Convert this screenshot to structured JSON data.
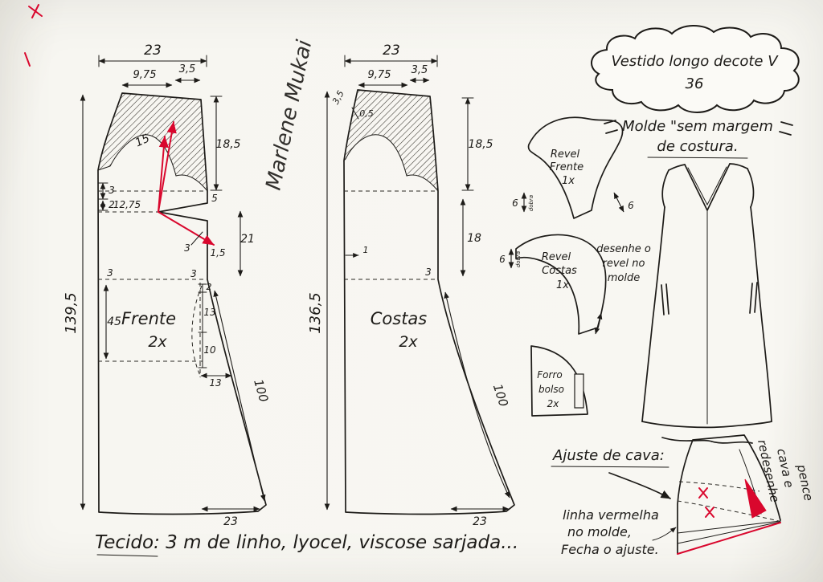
{
  "title": {
    "name": "Vestido longo decote V",
    "size": "36"
  },
  "seam_note": {
    "line1": "Molde \"sem margem",
    "line2": "de costura."
  },
  "signature": "Marlene Mukai",
  "fabric_note": "Tecido: 3 m  de  linho, lyocel, viscose sarjada...",
  "front": {
    "label": "Frente",
    "qty": "2x",
    "dims": {
      "top_width": "23",
      "shoulder": "9,75",
      "neck": "3,5",
      "armhole_depth": "18,5",
      "cf_a": "3",
      "cf_b": "2",
      "bust_dart_x": "12,75",
      "dart_line_red": "15",
      "dart_drop": "5",
      "chest_to_waist": "21",
      "dart_int_a": "3",
      "dart_int_b": "1,5",
      "waist_shape": "3",
      "cf_waist": "3",
      "waist_to_hip": "45",
      "length": "139,5",
      "pocket_drop": "2",
      "pocket_open": "13",
      "pocket_low": "10",
      "pocket_wide": "13",
      "side_length": "100",
      "hem": "23"
    }
  },
  "back": {
    "label": "Costas",
    "qty": "2x",
    "dims": {
      "top_width": "23",
      "shoulder": "9,75",
      "neck": "3,5",
      "neck_depth": "3,5",
      "neck_drop": "0,5",
      "armhole_depth": "18,5",
      "chest_to_waist": "18",
      "waist_shape": "3",
      "cb_notch": "1",
      "length": "136,5",
      "side_length": "100",
      "hem": "23"
    }
  },
  "facing_front": {
    "l1": "Revel",
    "l2": "Frente",
    "qty": "1x",
    "w_left": "6",
    "w_right": "6",
    "fold": "dobra"
  },
  "facing_back": {
    "l1": "Revel",
    "l2": "Costas",
    "qty": "1x",
    "w_left": "6",
    "fold": "dobra"
  },
  "facing_note": {
    "l1": "desenhe o",
    "l2": "revel no",
    "l3": "molde"
  },
  "pocket_lining": {
    "l1": "Forro",
    "l2": "bolso",
    "l3": "2x"
  },
  "adjust": {
    "heading": "Ajuste de cava:",
    "n1": "linha vermelha",
    "n2": "no molde,",
    "n3": "Fecha o ajuste.",
    "s1": "redesenhe",
    "s2": "cava e",
    "s3": "pence"
  },
  "colors": {
    "ink": "#1d1b18",
    "red": "#d9072d",
    "paper": "#f6f4ef"
  }
}
